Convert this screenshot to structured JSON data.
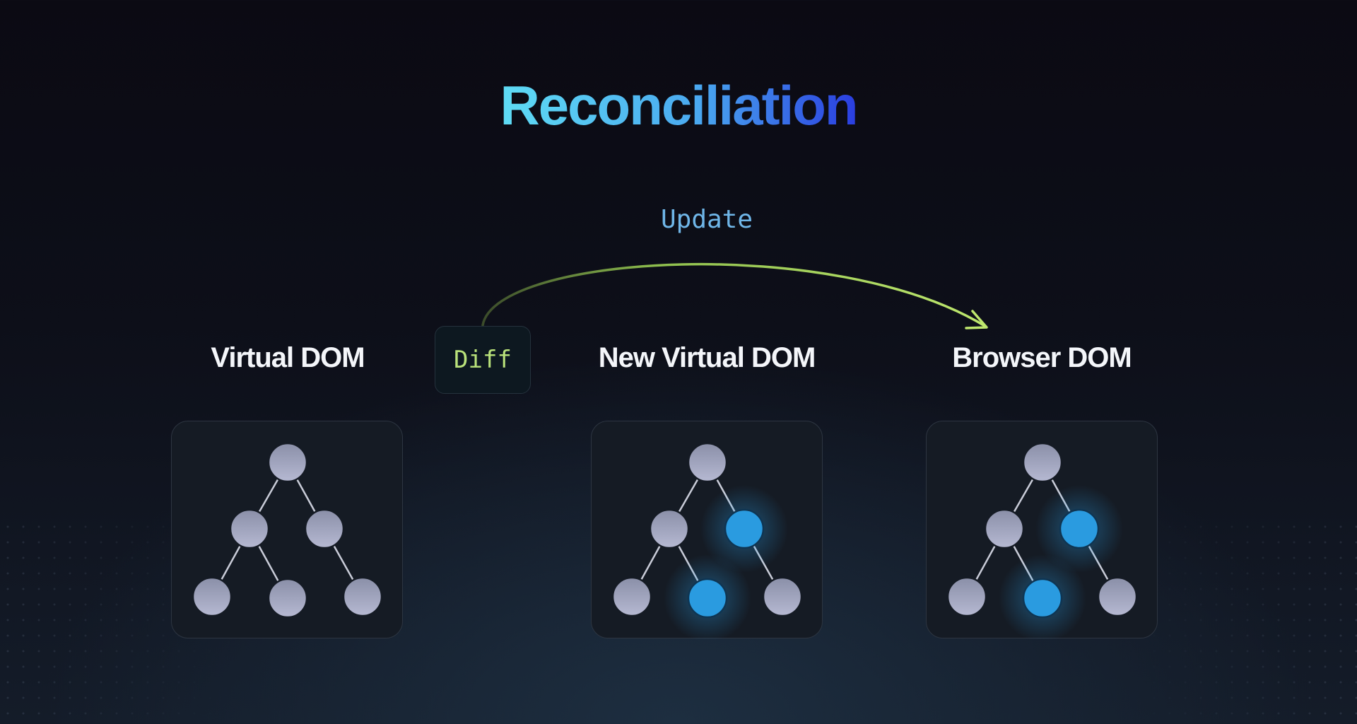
{
  "title": "Reconciliation",
  "update_label": "Update",
  "diff_label": "Diff",
  "stages": [
    {
      "label": "Virtual DOM",
      "highlighted": []
    },
    {
      "label": "New Virtual DOM",
      "highlighted": [
        "node-right-child",
        "node-middle-leaf"
      ]
    },
    {
      "label": "Browser DOM",
      "highlighted": [
        "node-right-child",
        "node-middle-leaf"
      ]
    }
  ],
  "colors": {
    "node_default": "#a9adc6",
    "node_highlight": "#2a9be0",
    "edge": "#c9ccd8",
    "arrow": "#b7e06a",
    "title_gradient": [
      "#5fdcf4",
      "#4aa9f0",
      "#2a3de0"
    ]
  }
}
